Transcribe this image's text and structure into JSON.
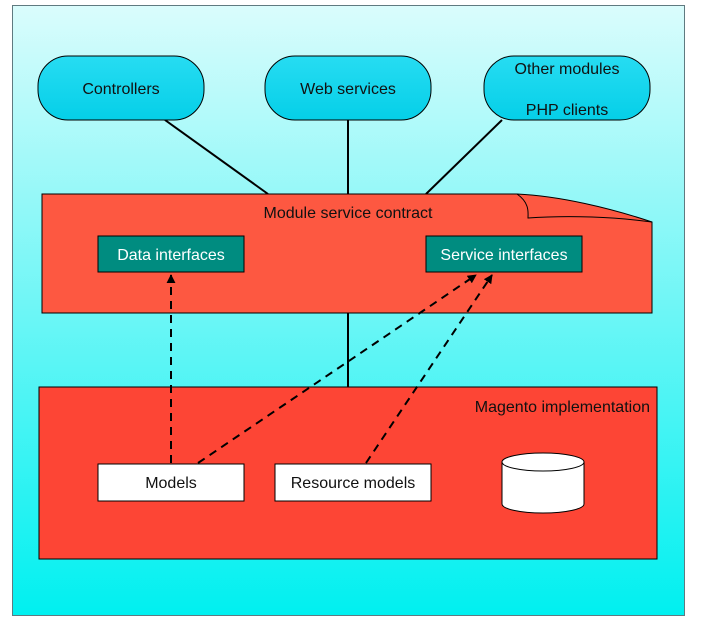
{
  "clients": {
    "controllers": "Controllers",
    "web_services": "Web services",
    "other_modules_line1": "Other modules",
    "other_modules_line2": "PHP clients"
  },
  "service_contract": {
    "title": "Module service contract",
    "data_interfaces": "Data interfaces",
    "service_interfaces": "Service interfaces"
  },
  "implementation": {
    "title": "Magento implementation",
    "models": "Models",
    "resource_models": "Resource models"
  },
  "colors": {
    "background_top": "#d9fbfb",
    "background_bottom": "#00f0f0",
    "client_fill": "#0fd7ee",
    "contract_fill": "#fd5841",
    "implementation_fill": "#fd4535",
    "interface_fill": "#008c80"
  }
}
